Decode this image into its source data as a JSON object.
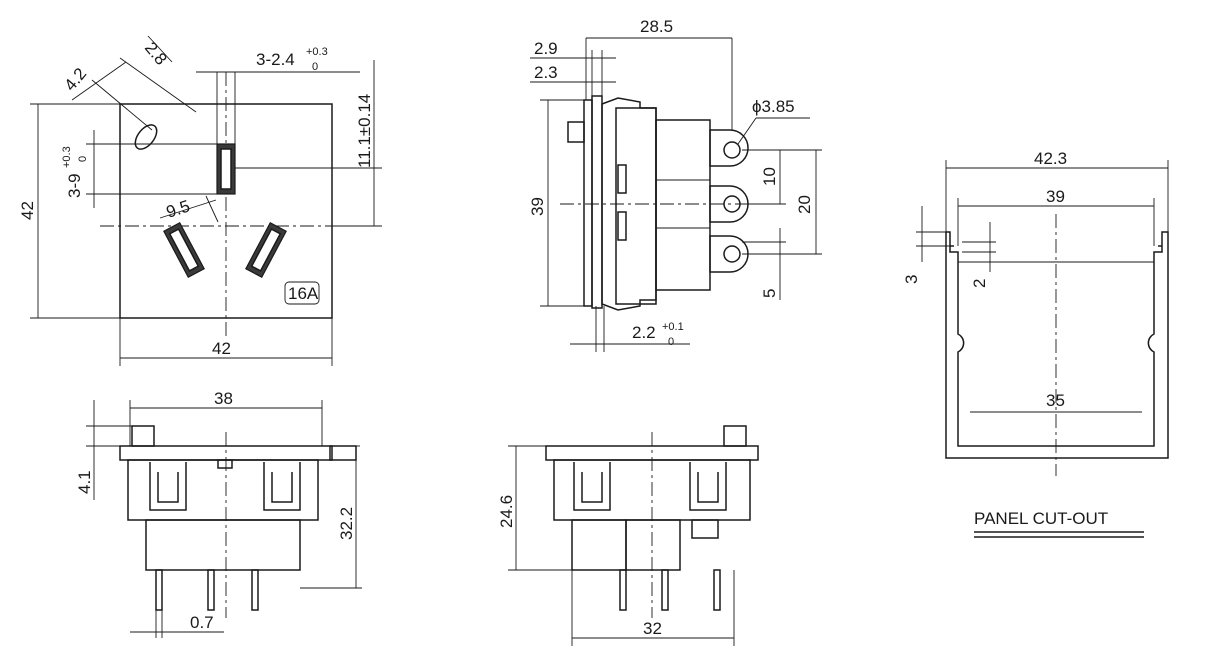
{
  "front_view": {
    "dim_width": "42",
    "dim_height": "42",
    "dim_pin_offset": "11.1±0.14",
    "dim_slot_width": "3-2.4",
    "dim_slot_width_tol_upper": "+0.3",
    "dim_slot_width_tol_lower": "0",
    "dim_slot_length": "3-9",
    "dim_slot_length_tol_upper": "+0.3",
    "dim_slot_length_tol_lower": "0",
    "dim_pin_spacing": "9.5",
    "dim_hole_outer": "4.2",
    "dim_hole_inner": "2.8",
    "rating_label": "16A"
  },
  "side_view": {
    "dim_depth": "28.5",
    "dim_flange_a": "2.9",
    "dim_flange_b": "2.3",
    "dim_height": "39",
    "dim_hole_dia": "ϕ3.85",
    "dim_pitch_10": "10",
    "dim_pitch_20": "20",
    "dim_pitch_5": "5",
    "dim_terminal": "2.2",
    "dim_terminal_tol_upper": "+0.1",
    "dim_terminal_tol_lower": "0"
  },
  "bottom_left_view": {
    "dim_width": "38",
    "dim_flange": "4.1",
    "dim_height": "32.2",
    "dim_pin": "0.7"
  },
  "bottom_center_view": {
    "dim_height": "24.6",
    "dim_width": "32"
  },
  "panel_cutout": {
    "title": "PANEL CUT-OUT",
    "dim_outer": "42.3",
    "dim_inner": "39",
    "dim_bottom": "35",
    "dim_step": "3",
    "dim_step_inner": "2"
  }
}
